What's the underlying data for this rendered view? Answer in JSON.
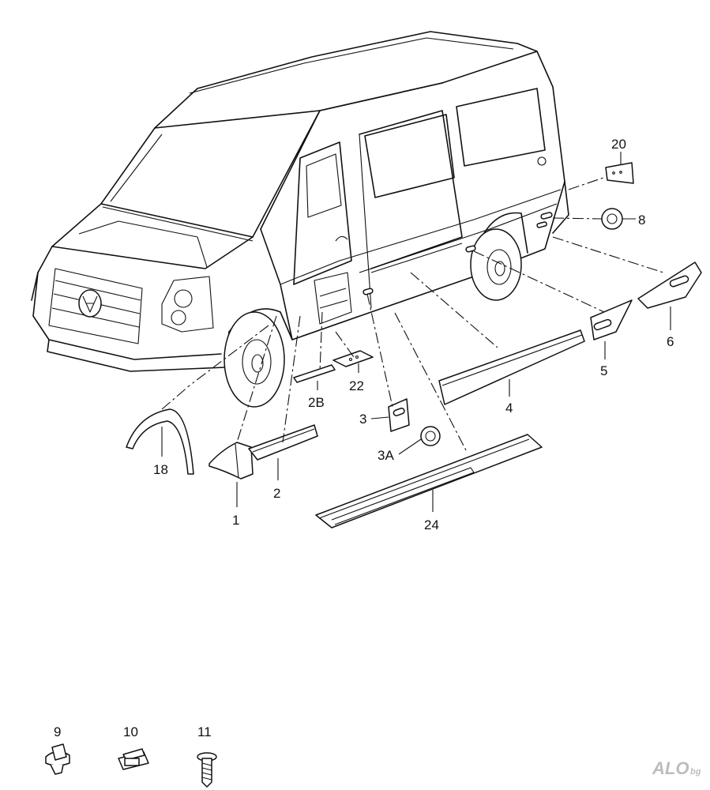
{
  "labels": {
    "p1": "1",
    "p2": "2",
    "p2b": "2B",
    "p3": "3",
    "p3a": "3A",
    "p4": "4",
    "p5": "5",
    "p6": "6",
    "p8": "8",
    "p9": "9",
    "p10": "10",
    "p11": "11",
    "p18": "18",
    "p20": "20",
    "p22": "22",
    "p24": "24"
  },
  "watermark": {
    "main": "ALO",
    "sub": "bg"
  }
}
